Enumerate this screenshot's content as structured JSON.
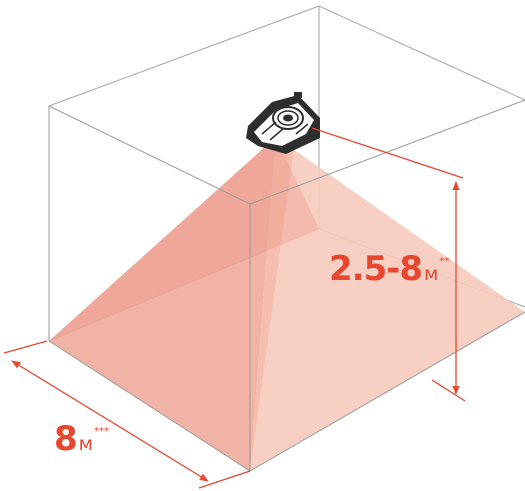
{
  "colors": {
    "accent": "#e8472f",
    "beam_light": "#f7cbbd",
    "beam_mid": "#efa999",
    "beam_dark": "#ea9384",
    "outline": "#9a9a9a",
    "device": "#2e2e2e"
  },
  "icons": {
    "device": "laser-level-device-icon"
  },
  "height_dimension": {
    "value": "2.5-8",
    "unit": "м",
    "note": "**"
  },
  "width_dimension": {
    "value": "8",
    "unit": "м",
    "note": "***"
  }
}
